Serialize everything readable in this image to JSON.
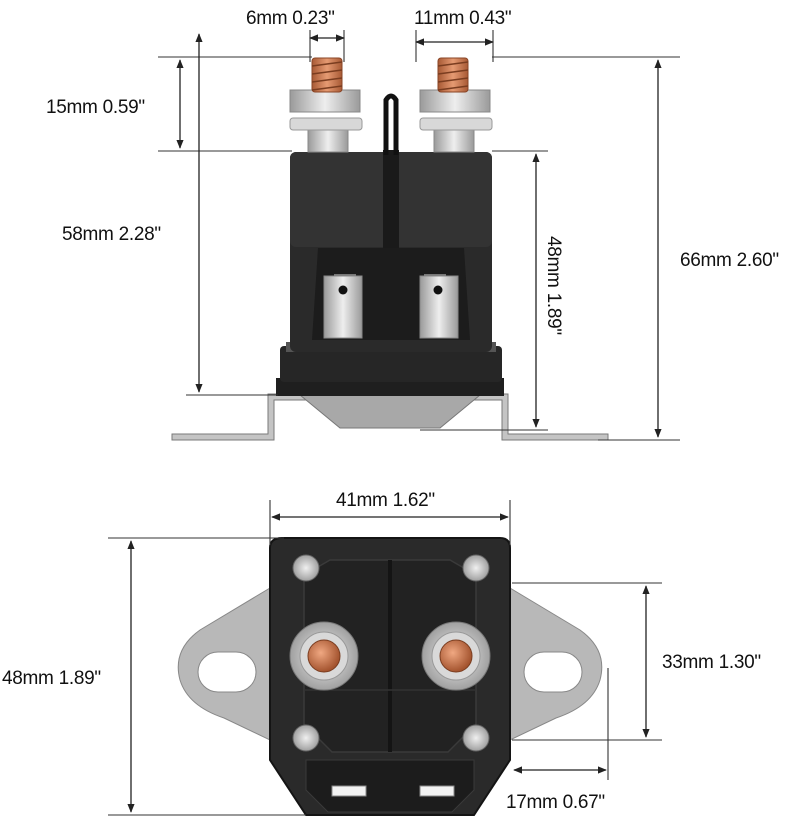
{
  "dimensions": {
    "stud_diameter": "6mm 0.23\"",
    "stud_spacing_top": "11mm 0.43\"",
    "stud_height": "15mm 0.59\"",
    "body_height": "58mm 2.28\"",
    "housing_height": "48mm 1.89\"",
    "overall_height": "66mm 2.60\"",
    "body_width": "41mm 1.62\"",
    "body_depth": "48mm 1.89\"",
    "bracket_height": "33mm 1.30\"",
    "bracket_tab": "17mm 0.67\""
  },
  "colors": {
    "housing": "#2a2a2a",
    "housing_light": "#3a3a3a",
    "bracket": "#b8b8b8",
    "copper": "#c8744a",
    "nut": "#cfcfcf"
  }
}
